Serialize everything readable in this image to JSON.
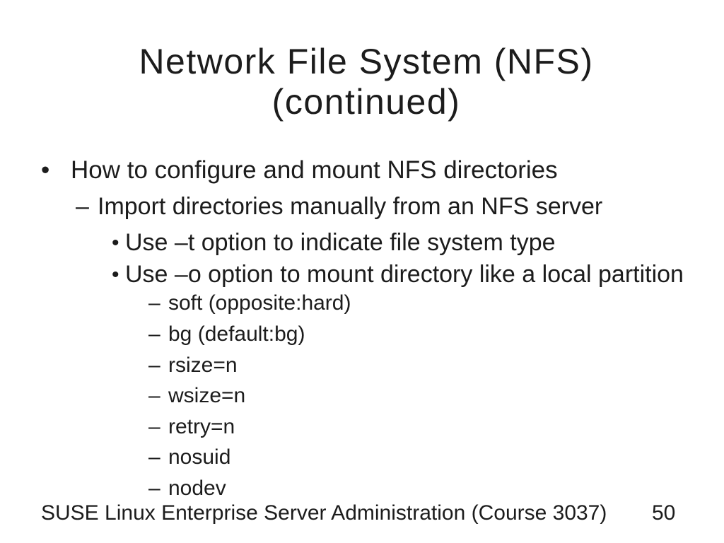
{
  "slide": {
    "title": {
      "line1": "Network File System (NFS)",
      "line2": "(continued)"
    },
    "markers": {
      "bullet": "•",
      "dash": "–"
    },
    "body": {
      "l1": "How to configure and mount NFS directories",
      "l2": "Import directories manually from an NFS server",
      "l3": [
        "Use –t option to indicate file system type",
        "Use –o option to mount directory like a local partition"
      ],
      "l4": [
        "soft (opposite:hard)",
        "bg (default:bg)",
        "rsize=n",
        "wsize=n",
        "retry=n",
        "nosuid",
        "nodev"
      ]
    },
    "footer": {
      "course": "SUSE Linux Enterprise Server Administration (Course 3037)",
      "page": "50"
    },
    "colors": {
      "background": "#ffffff",
      "text": "#1c1c1c"
    }
  }
}
